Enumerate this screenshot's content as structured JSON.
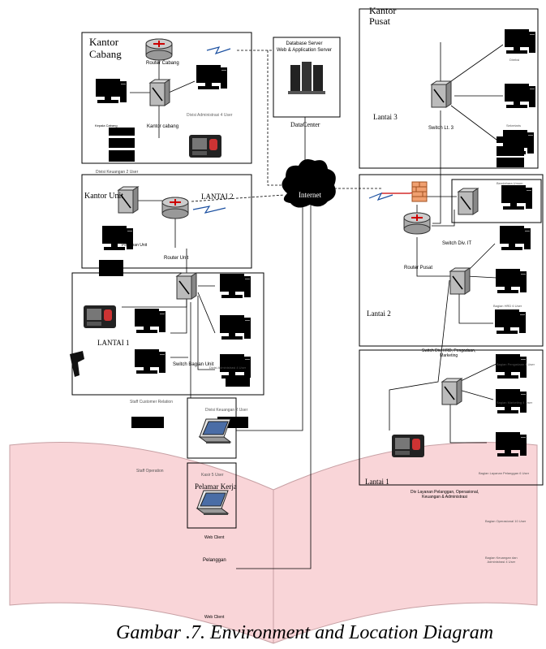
{
  "caption": "Gambar .7. Environment and Location Diagram",
  "kantor_cabang": {
    "title": "Kantor\nCabang",
    "router_label": "Router Cabang",
    "switch_label": "Kantor cabang",
    "kepala_label": "Kepala Cabang",
    "divisi_admin_label": "Divisi Administrasi 4 User",
    "divisi_keuangan_label": "Divisi Keuangan 2 User"
  },
  "datacenter": {
    "server_label": "Database Server\nWeb & Application Server",
    "label": "DataCenter"
  },
  "internet_label": "Internet",
  "kantor_unit": {
    "title": "Kantor Unit",
    "lantai2": "LANTAI 2",
    "router_label": "Router Unit",
    "lantai1": "LANTAI 1",
    "switch_label": "Switch Bagian Unit",
    "pimpinan_label": "Pimpinan Unit",
    "divisi_admin_label": "Divisi Administrasi 4 User",
    "staff_cr_label": "Staff Customer Relation",
    "divisi_keuangan_label": "Divisi Keuangan 2 User",
    "staff_operation_label": "Staff Operation",
    "kasir_label": "Kasir 5 User"
  },
  "kantor_pusat": {
    "title": "Kantor\nPusat",
    "lantai3": "Lantai 3",
    "switch_lt3": "Switch Lt. 3",
    "direksi_label": "Direksi",
    "sekretaris_label": "Sekretaris",
    "bendahara_label": "Bendahara Umum",
    "lantai2": "Lantai 2",
    "router_pusat": "Router Pusat",
    "switch_it": "Switch Div. IT",
    "hrd_label": "Bagian HRD 6 User",
    "lantai1": "Lantai 1",
    "switch_hrd": "Switch Div. HRD, Pengadaan,\nMarketing",
    "pengadaan_label": "Bagian Pengadaan 4 User",
    "marketing_label": "Bagian Marketing 4 User",
    "layanan_label": "Bagian Layanan Pelanggan 6 User",
    "div_layanan": "Div Layanan Pelanggan, Operasional,\nKeuangan & Administrasi",
    "operasional_label": "Bagian Operasional 10 User",
    "keuangan_label": "Bagian Keuangan dan\nAdministrasi 4 User"
  },
  "clients": {
    "pelamar": "Pelamar Kerja",
    "web_client_1": "Web Client",
    "pelanggan": "Pelanggan",
    "web_client_2": "Web Client"
  },
  "colors": {
    "cloud_fill": "#000000",
    "book_fill": "#f9d5d8",
    "firewall": "#f0a070",
    "link_red": "#cc0000",
    "wireless_blue": "#1a4fa0"
  }
}
